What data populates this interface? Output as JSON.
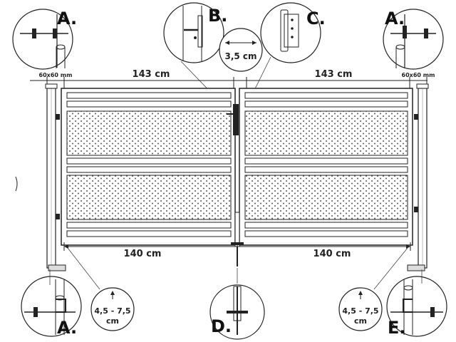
{
  "detail_labels": {
    "a_top_left": "A.",
    "b_top": "B.",
    "c_top": "C.",
    "a_top_right": "A.",
    "a_bottom_left": "A.",
    "d_bottom": "D.",
    "e_bottom_right": "E."
  },
  "dimensions": {
    "post_left": "60x60 mm",
    "post_right": "60x60 mm",
    "leaf_left_top": "143  cm",
    "leaf_right_top": "143  cm",
    "gap": "3,5 cm",
    "leaf_left_bottom": "140  cm",
    "leaf_right_bottom": "140  cm",
    "ground_left_value": "4,5 - 7,5",
    "ground_left_unit": "cm",
    "ground_right_value": "4,5 - 7,5",
    "ground_right_unit": "cm"
  },
  "colors": {
    "line": "#222222",
    "perforation": "#555555"
  }
}
